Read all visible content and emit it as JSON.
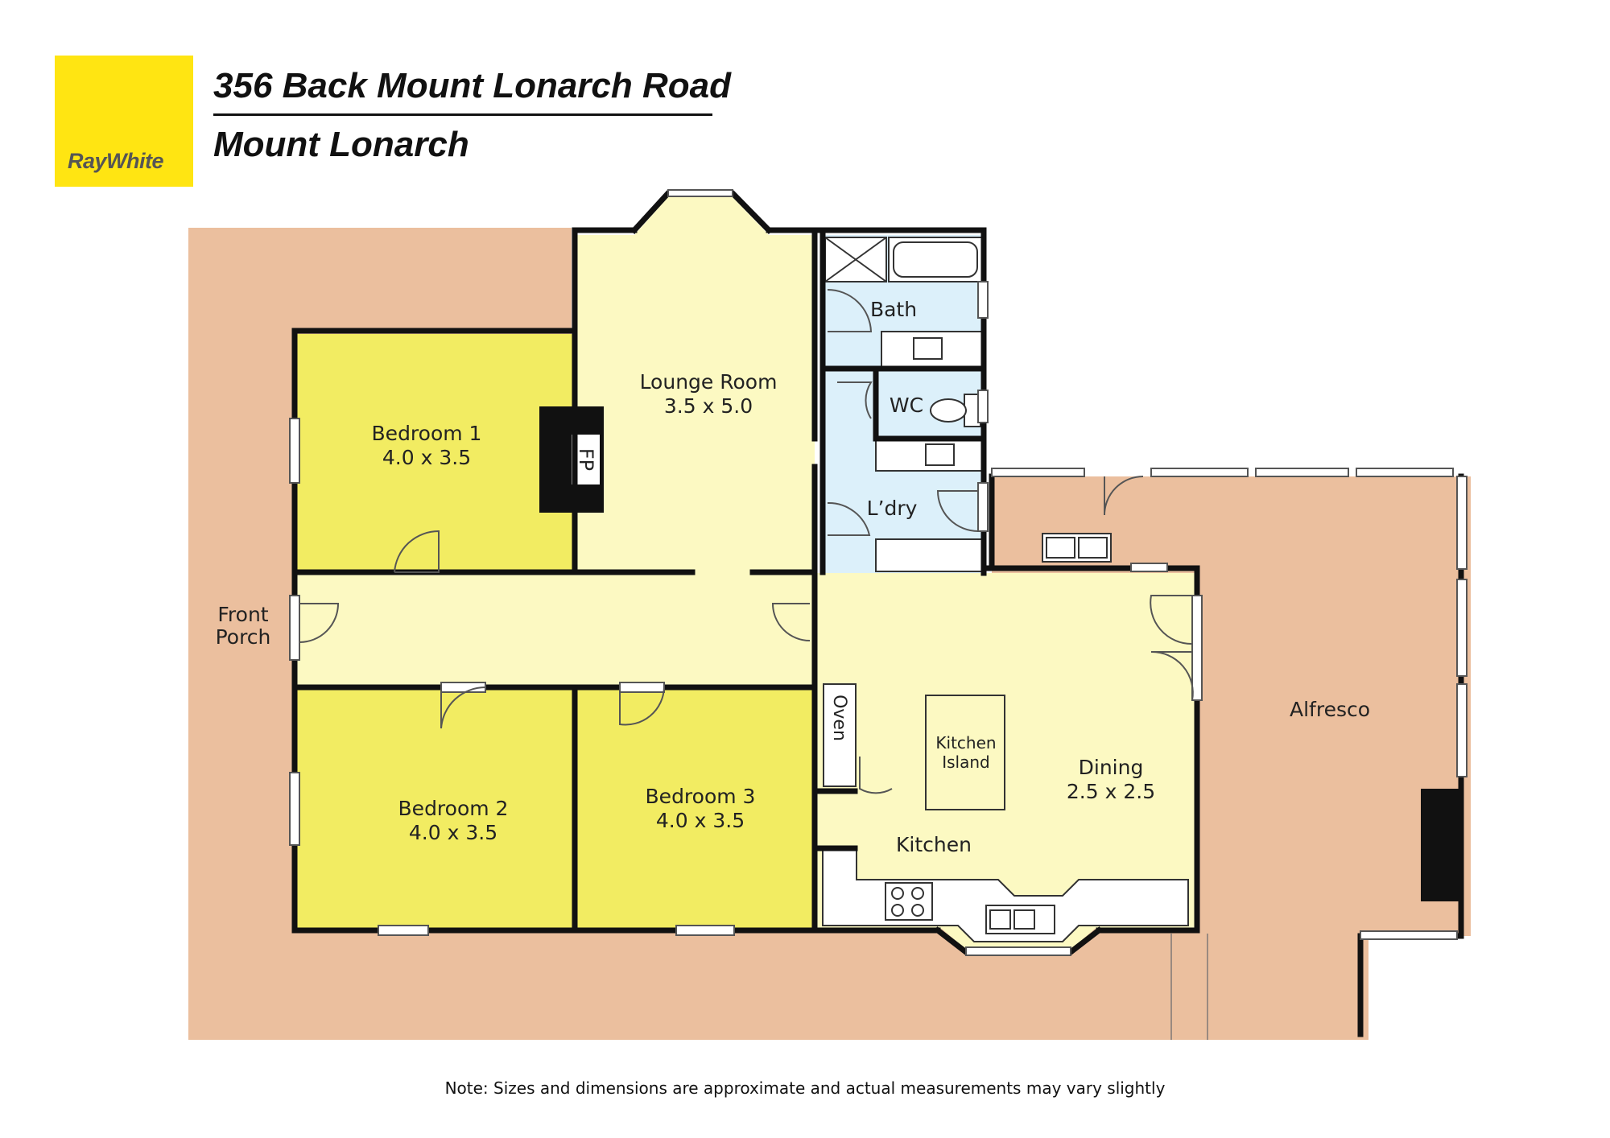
{
  "brand": {
    "name": "RayWhite",
    "accent": "#ffe512"
  },
  "header": {
    "address_line1": "356 Back Mount Lonarch Road",
    "address_line2": "Mount Lonarch"
  },
  "colors": {
    "outdoor": "#ebbf9e",
    "bedroom": "#f2ec62",
    "living": "#fcf9c2",
    "wet_area": "#dcf0fa",
    "wall": "#111111"
  },
  "rooms": {
    "bedroom1": {
      "name": "Bedroom 1",
      "size": "4.0 x 3.5"
    },
    "bedroom2": {
      "name": "Bedroom 2",
      "size": "4.0 x 3.5"
    },
    "bedroom3": {
      "name": "Bedroom 3",
      "size": "4.0 x 3.5"
    },
    "lounge": {
      "name": "Lounge Room",
      "size": "3.5 x 5.0"
    },
    "dining": {
      "name": "Dining",
      "size": "2.5 x 2.5"
    },
    "kitchen": {
      "name": "Kitchen"
    },
    "kitchen_island": {
      "line1": "Kitchen",
      "line2": "Island"
    },
    "bath": {
      "name": "Bath"
    },
    "wc": {
      "name": "WC"
    },
    "laundry": {
      "name": "L’dry"
    },
    "front_porch": {
      "line1": "Front",
      "line2": "Porch"
    },
    "alfresco": {
      "name": "Alfresco"
    },
    "fireplace": {
      "name": "FP"
    },
    "oven": {
      "name": "Oven"
    }
  },
  "footer": {
    "note": "Note: Sizes and dimensions are approximate and actual measurements may vary slightly"
  }
}
